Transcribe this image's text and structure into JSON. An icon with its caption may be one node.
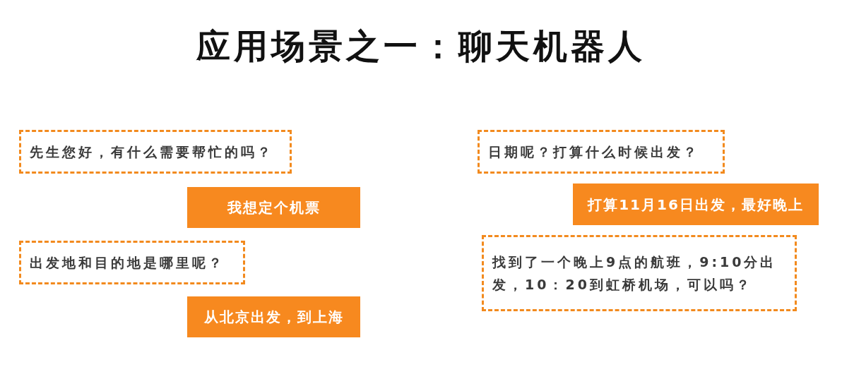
{
  "diagram": {
    "title": "应用场景之一：聊天机器人",
    "nodes": [
      {
        "text": [
          "先生您好，有什么需要帮忙的吗？"
        ]
      },
      {
        "text": [
          "我想定个机票"
        ]
      },
      {
        "text": [
          "出发地和目的地是哪里呢？"
        ]
      },
      {
        "text": [
          "从北京出发，到上海"
        ]
      },
      {
        "text": [
          "日期呢？打算什么时候出发？"
        ]
      },
      {
        "text": [
          "打算11月16日出发，最好晚上"
        ]
      },
      {
        "text": [
          "找到了一个晚上9点的航班，9:10分出发，10：20到虹桥机场，可以吗？"
        ]
      }
    ]
  }
}
